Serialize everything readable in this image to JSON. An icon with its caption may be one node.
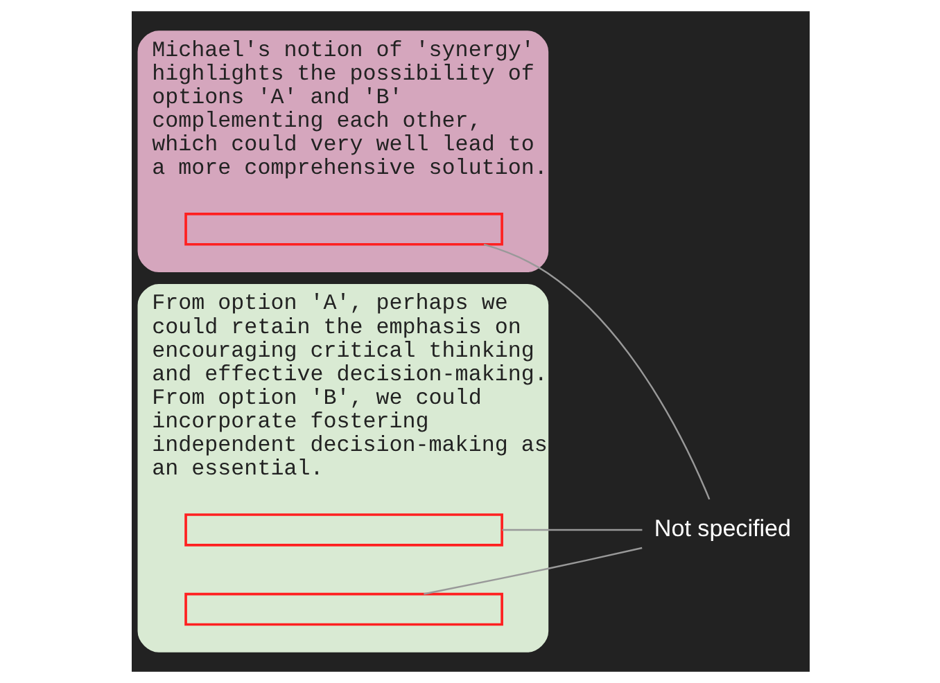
{
  "diagram": {
    "nodes": [
      {
        "text": [
          "Michael's notion of 'synergy' highlights the possibility of options 'A' and 'B' complementing each other, which could very well lead to a more comprehensive solution."
        ]
      },
      {
        "text": [],
        "shape": "box",
        "in": 0
      },
      {
        "text": [
          "From option 'A', perhaps we could retain the emphasis on encouraging critical thinking and effective decision-making. From option 'B', we could incorporate fostering independent decision-making as an essential."
        ]
      },
      {
        "text": [],
        "shape": "box",
        "in": 2
      },
      {
        "text": [],
        "shape": "box",
        "in": 2
      },
      {
        "text": [
          "Not specified"
        ]
      }
    ],
    "edges": [
      {
        "from": 5,
        "to": 1,
        "arrow": "none"
      },
      {
        "from": 5,
        "to": 3,
        "arrow": "none"
      },
      {
        "from": 5,
        "to": 4,
        "arrow": "none"
      }
    ]
  }
}
